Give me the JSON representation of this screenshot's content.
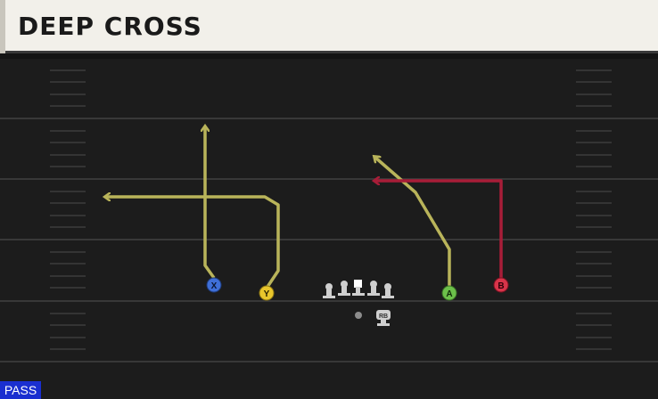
{
  "play": {
    "title": "DEEP CROSS",
    "type_badge": "PASS"
  },
  "players": {
    "x": {
      "label": "X",
      "color": "#3f6fd8"
    },
    "y": {
      "label": "Y",
      "color": "#e9c62c"
    },
    "a": {
      "label": "A",
      "color": "#6cc04a"
    },
    "b": {
      "label": "B",
      "color": "#d8344a"
    },
    "rb": {
      "label": "RB"
    }
  },
  "colors": {
    "route_default": "#b9b45a",
    "route_primary": "#a81d38",
    "field": "#1c1c1c",
    "yard_line": "#3a3a3a"
  }
}
